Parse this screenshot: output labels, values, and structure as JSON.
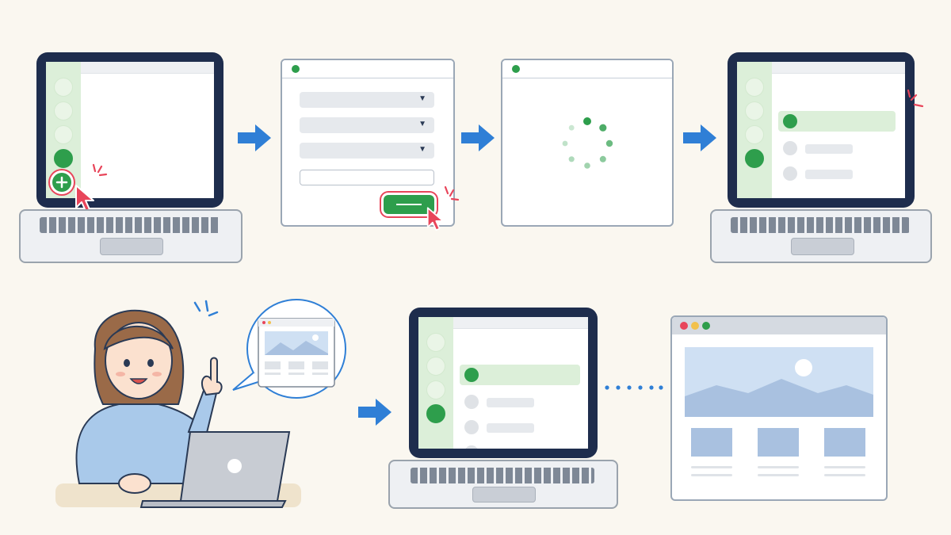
{
  "steps": [
    {
      "id": "laptop-add",
      "icon": "plus-icon"
    },
    {
      "id": "form-window",
      "icon": "caret-down-icon"
    },
    {
      "id": "loading-window",
      "icon": "spinner-icon"
    },
    {
      "id": "laptop-result",
      "icon": "highlight-icon"
    }
  ],
  "flow": {
    "arrow_icon": "arrow-right-icon",
    "dotted_connector": "dotted-line"
  },
  "colors": {
    "frame": "#1e2d4d",
    "accent_green": "#2e9e4c",
    "sidebar_green": "#dcefd9",
    "cursor_red": "#e8455a",
    "arrow_blue": "#2f7fd6",
    "image_blue": "#a9c1e0"
  },
  "person": {
    "icon": "woman-pointing-icon",
    "thought_icon": "webpage-thought-bubble-icon"
  }
}
